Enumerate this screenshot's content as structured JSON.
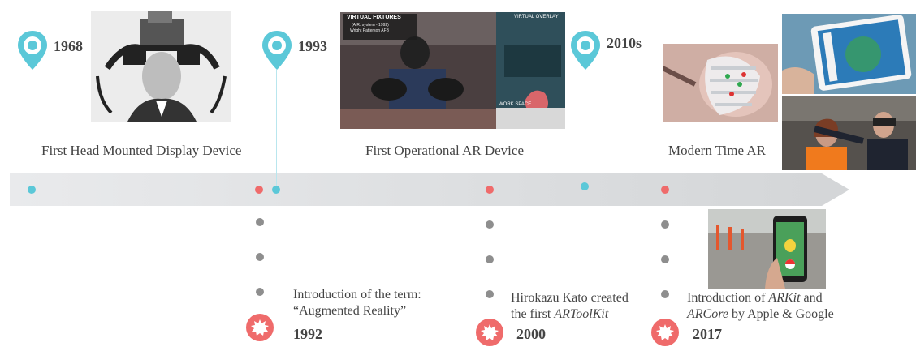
{
  "top_milestones": [
    {
      "year": "1968",
      "caption": "First Head Mounted Display Device"
    },
    {
      "year": "1993",
      "caption": "First Operational AR Device"
    },
    {
      "year": "2010s",
      "caption": "Modern Time AR"
    }
  ],
  "bottom_milestones": [
    {
      "year": "1992",
      "line1": "Introduction of the term:",
      "line2": "“Augmented Reality”"
    },
    {
      "year": "2000",
      "line1": "Hirokazu Kato created",
      "line2_prefix": "the first ",
      "line2_em": "ARToolKit"
    },
    {
      "year": "2017",
      "line1_prefix": "Introduction of ",
      "line1_em": "ARKit",
      "line1_suffix": " and",
      "line2_em": "ARCore",
      "line2_suffix": " by Apple & Google"
    }
  ],
  "photo_labels": {
    "fixtures_title": "VIRTUAL FIXTURES",
    "fixtures_sub1": "(A.R. system - 1992)",
    "fixtures_sub2": "Wright Patterson AFB",
    "overlay": "VIRTUAL OVERLAY",
    "workspace": "WORK SPACE"
  },
  "colors": {
    "pin": "#5bc8d8",
    "event": "#ef6b6b",
    "dots": "#8e8e8e"
  }
}
